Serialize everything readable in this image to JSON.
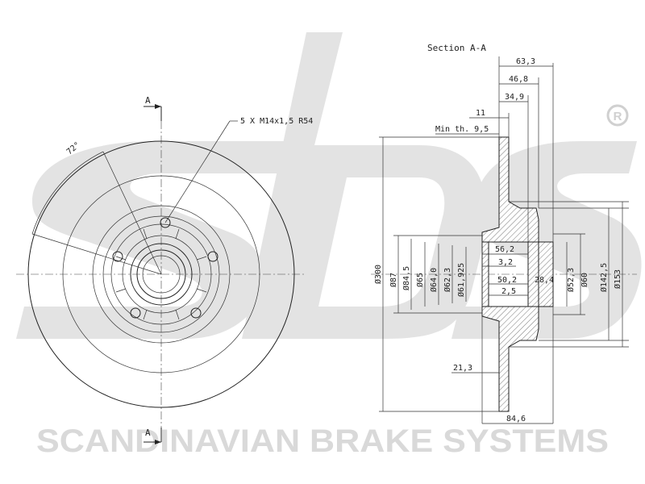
{
  "brand": {
    "logo_text": "sbs",
    "registered_mark": "R",
    "tagline": "SCANDINAVIAN BRAKE SYSTEMS"
  },
  "front_view": {
    "section_marker_top": "A",
    "section_marker_bottom": "A",
    "bolt_callout": "5 X M14x1,5 R54",
    "angle_label": "72°"
  },
  "section_view": {
    "title": "Section A-A",
    "horizontal_dims": [
      "63,3",
      "46,8",
      "34,9",
      "11"
    ],
    "min_thickness": "Min th. 9,5",
    "inner_dims": [
      "56,2",
      "3,2",
      "50,2",
      "28,4",
      "2,5"
    ],
    "left_diameters": [
      "Ø300",
      "Ø87",
      "Ø84,5",
      "Ø65",
      "Ø64,0",
      "Ø62,3",
      "Ø61,925"
    ],
    "right_diameters": [
      "Ø52,3",
      "Ø60",
      "Ø142,5",
      "Ø153"
    ],
    "bottom_dims": [
      "21,3",
      "84,6"
    ]
  }
}
